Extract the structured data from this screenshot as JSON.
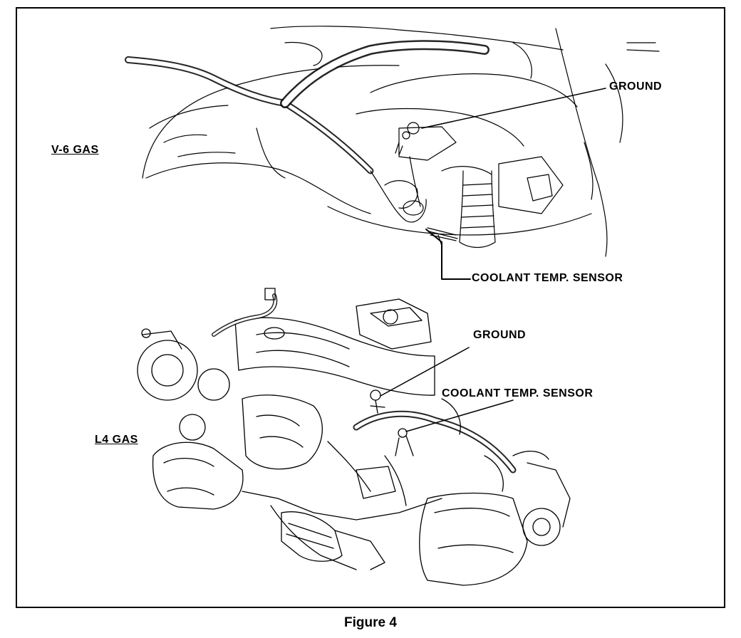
{
  "figure": {
    "caption": "Figure 4"
  },
  "top_view": {
    "engine_label": "V-6 GAS",
    "callouts": {
      "ground": "GROUND",
      "coolant_sensor": "COOLANT TEMP. SENSOR"
    }
  },
  "bottom_view": {
    "engine_label": "L4 GAS",
    "callouts": {
      "ground": "GROUND",
      "coolant_sensor": "COOLANT TEMP. SENSOR"
    }
  },
  "colors": {
    "ink": "#000000",
    "paper": "#ffffff"
  }
}
